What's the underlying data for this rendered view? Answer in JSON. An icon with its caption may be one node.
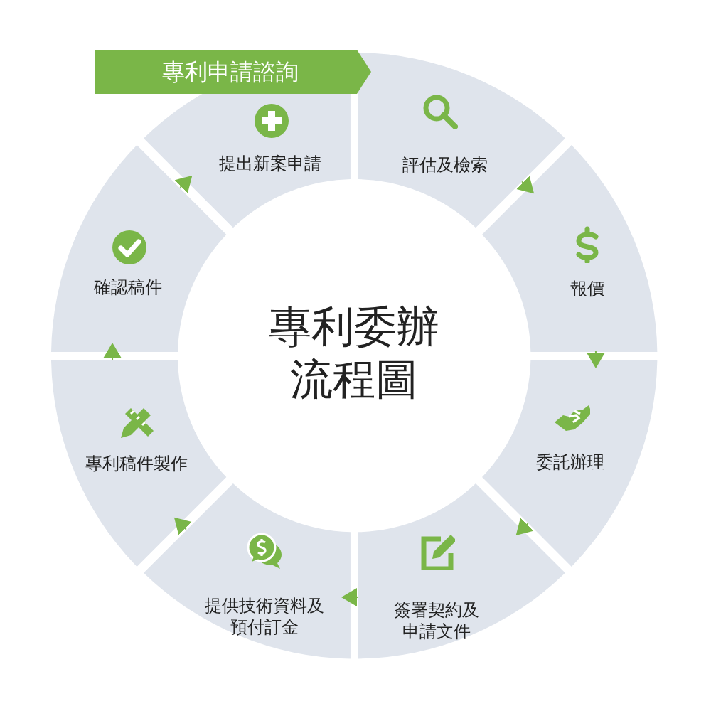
{
  "diagram": {
    "title": "專利委辦流程圖",
    "nodes": [
      {
        "text": [
          "專利申請諮詢"
        ]
      },
      {
        "text": [
          "提出新案申請"
        ]
      },
      {
        "text": [
          "評估及檢索"
        ]
      },
      {
        "text": [
          "報價"
        ]
      },
      {
        "text": [
          "委託辦理"
        ]
      },
      {
        "text": [
          "簽署契約及申請文件"
        ]
      },
      {
        "text": [
          "提供技術資料及預付訂金"
        ]
      },
      {
        "text": [
          "專利稿件製作"
        ]
      },
      {
        "text": [
          "確認稿件"
        ]
      }
    ],
    "edges": [
      {
        "from": 2,
        "to": 3,
        "arrow": "to"
      },
      {
        "from": 3,
        "to": 4,
        "arrow": "to"
      },
      {
        "from": 4,
        "to": 5,
        "arrow": "to"
      },
      {
        "from": 5,
        "to": 6,
        "arrow": "to"
      },
      {
        "from": 6,
        "to": 7,
        "arrow": "to"
      },
      {
        "from": 7,
        "to": 8,
        "arrow": "to"
      },
      {
        "from": 8,
        "to": 1,
        "arrow": "to"
      }
    ]
  }
}
